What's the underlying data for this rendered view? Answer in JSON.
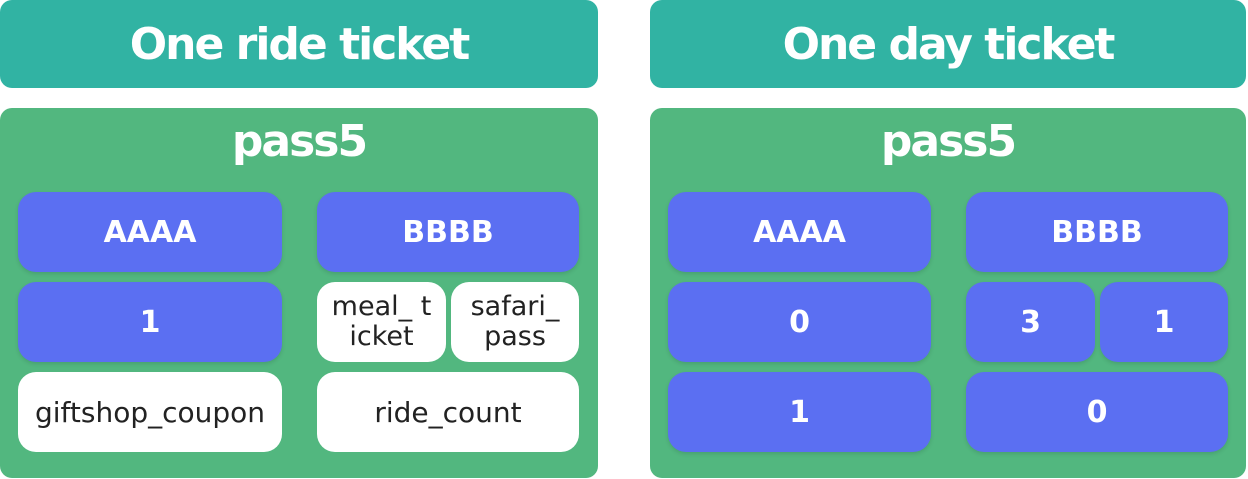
{
  "left": {
    "header": "One ride ticket",
    "pass": "pass5",
    "col_a": {
      "name": "AAAA",
      "row1": "1",
      "row2": "giftshop_coupon"
    },
    "col_b": {
      "name": "BBBB",
      "row1_left": "meal_ ticket",
      "row1_right": "safari_ pass",
      "row2": "ride_count"
    }
  },
  "right": {
    "header": "One day ticket",
    "pass": "pass5",
    "col_a": {
      "name": "AAAA",
      "row1": "0",
      "row2": "1"
    },
    "col_b": {
      "name": "BBBB",
      "row1_left": "3",
      "row1_right": "1",
      "row2": "0"
    }
  },
  "colors": {
    "header": "#31b3a3",
    "panel": "#52b77f",
    "cell_blue": "#5b6ff2",
    "cell_white": "#ffffff"
  }
}
